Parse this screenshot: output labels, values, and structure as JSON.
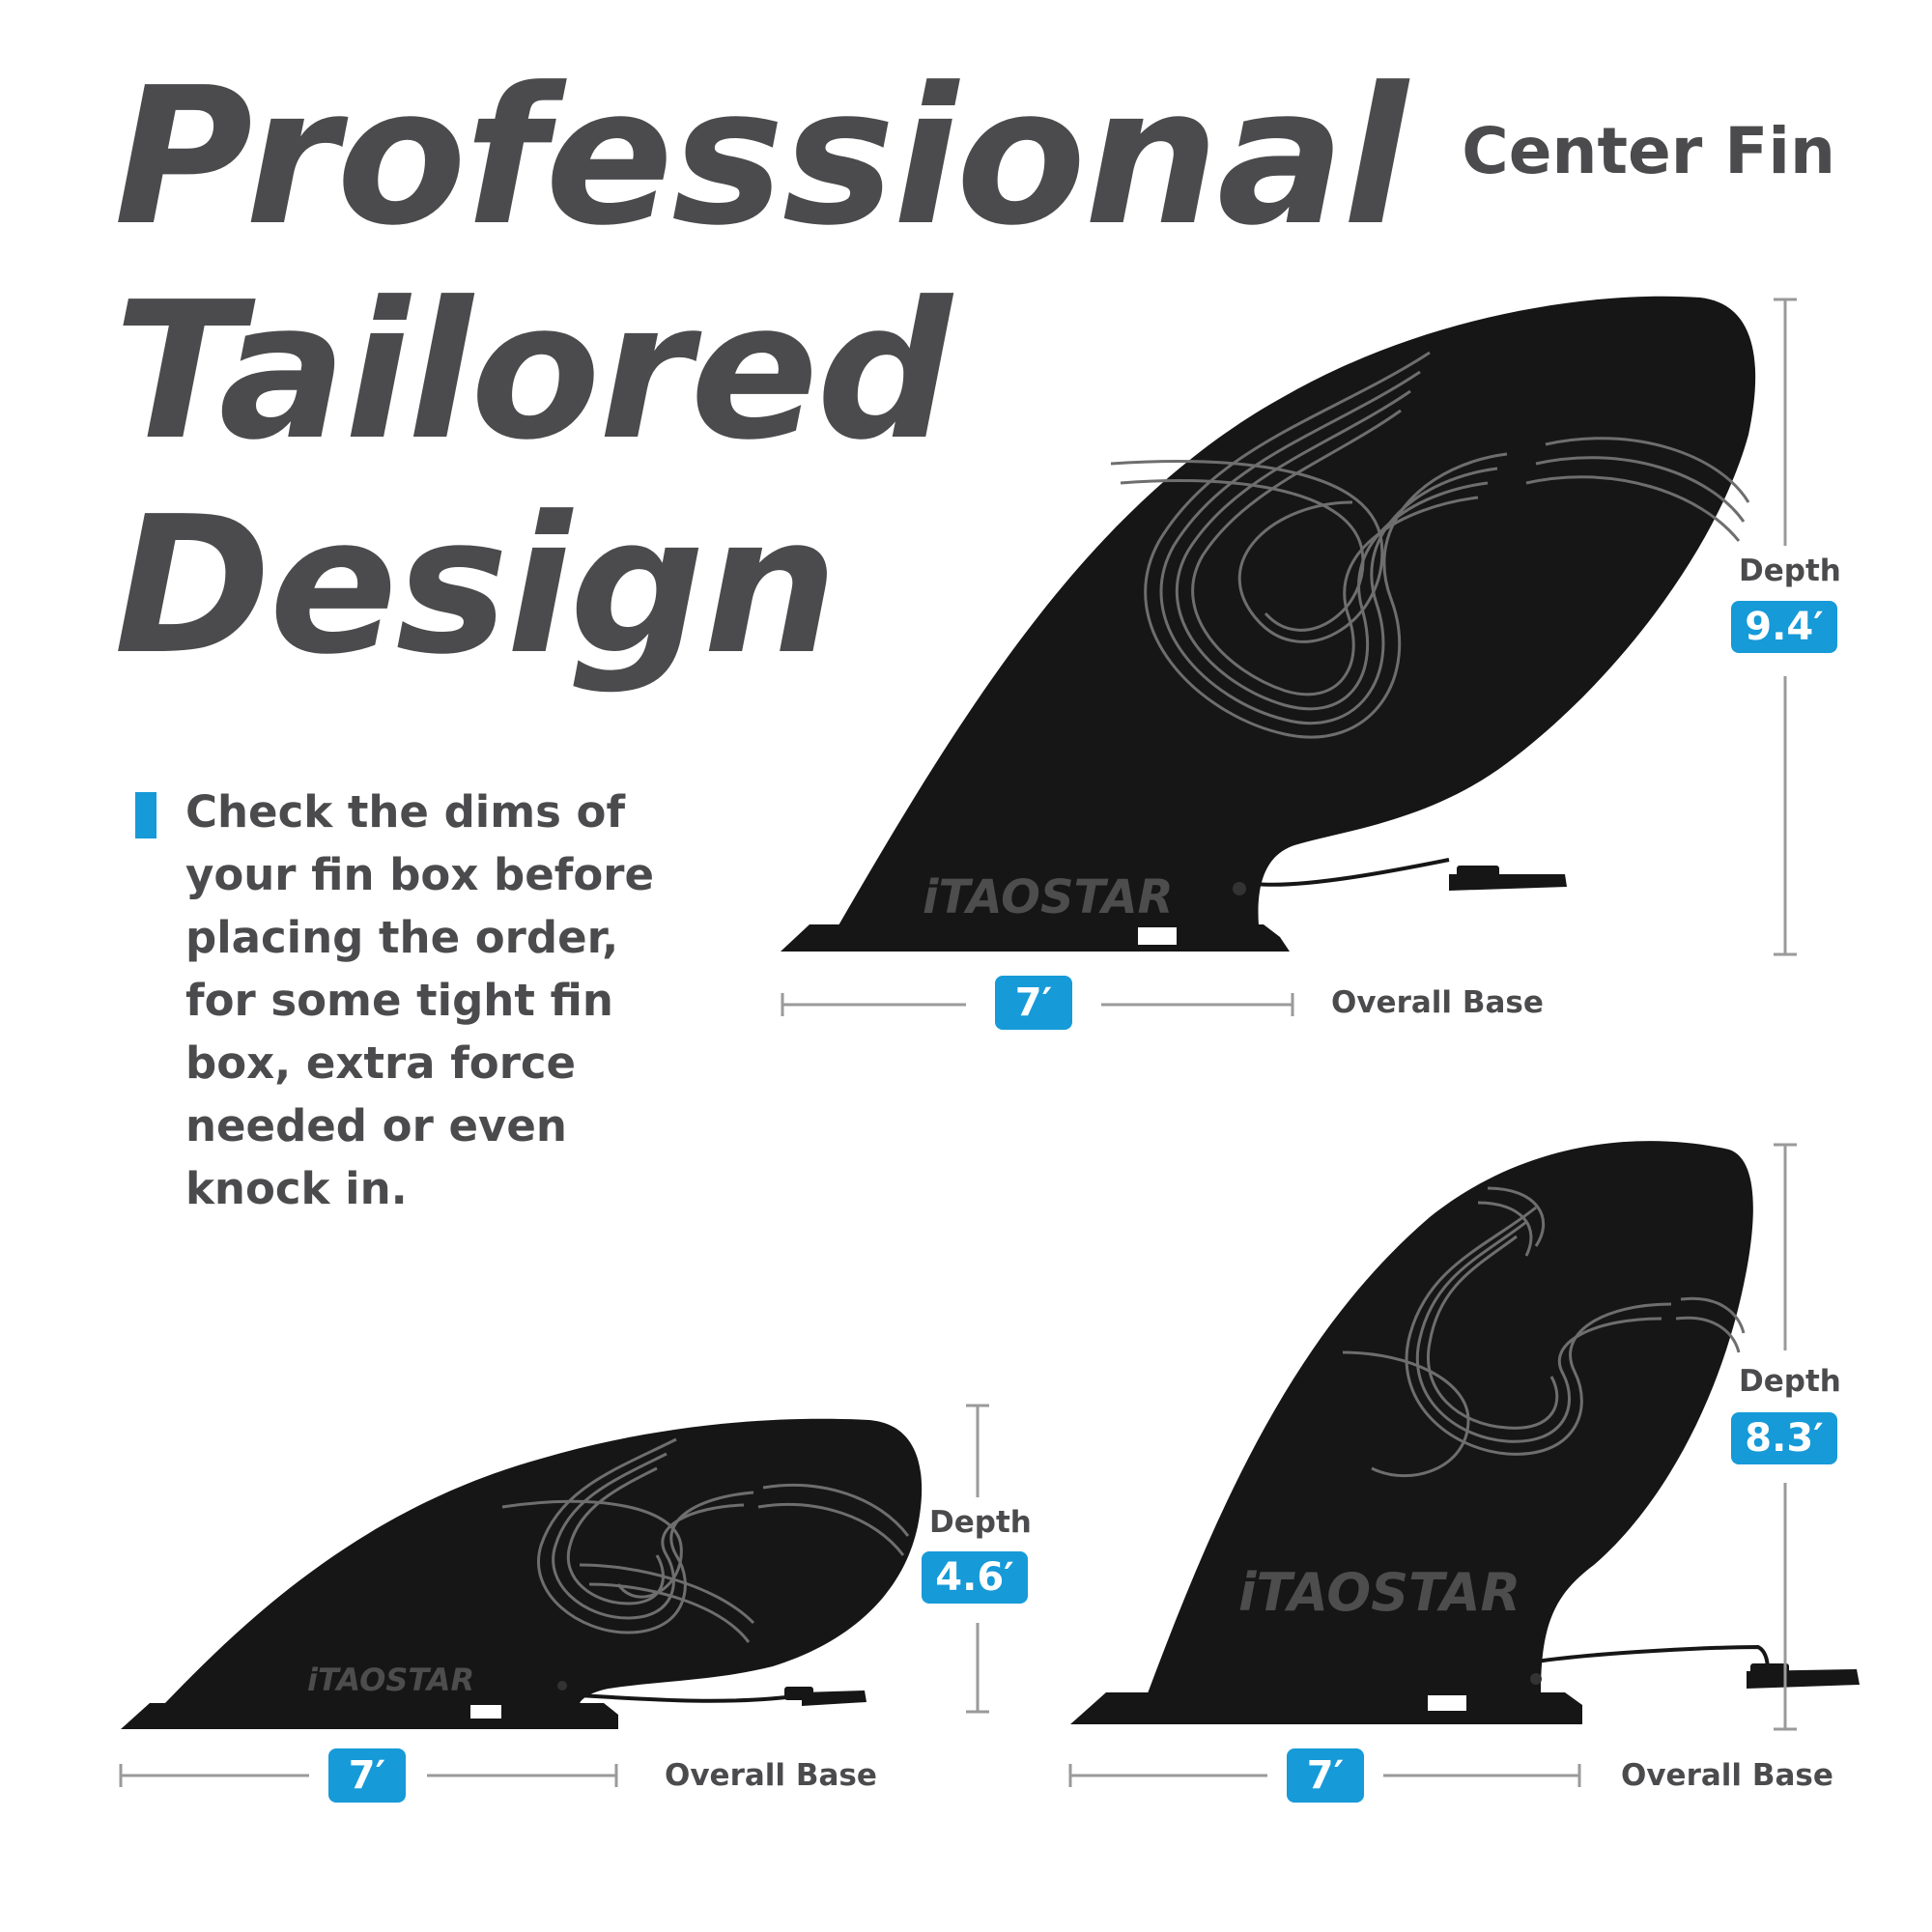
{
  "headline": {
    "line1": "Professional",
    "line2": "Tailored",
    "line3": "Design"
  },
  "corner_title": "Center Fin",
  "note": "Check the dims of your fin box before placing the order, for some tight fin box, extra force needed or even knock in.",
  "brand": "iTAOSTAR",
  "colors": {
    "accent": "#169ad8",
    "text": "#4b4b4d",
    "fin": "#161616",
    "pattern": "#7a7a7a"
  },
  "fins": {
    "large": {
      "depth_label": "Depth",
      "depth_value": "9.4′",
      "base_value": "7′",
      "base_label": "Overall Base"
    },
    "small": {
      "depth_label": "Depth",
      "depth_value": "4.6′",
      "base_value": "7′",
      "base_label": "Overall Base"
    },
    "tall": {
      "depth_label": "Depth",
      "depth_value": "8.3′",
      "base_value": "7′",
      "base_label": "Overall Base"
    }
  }
}
